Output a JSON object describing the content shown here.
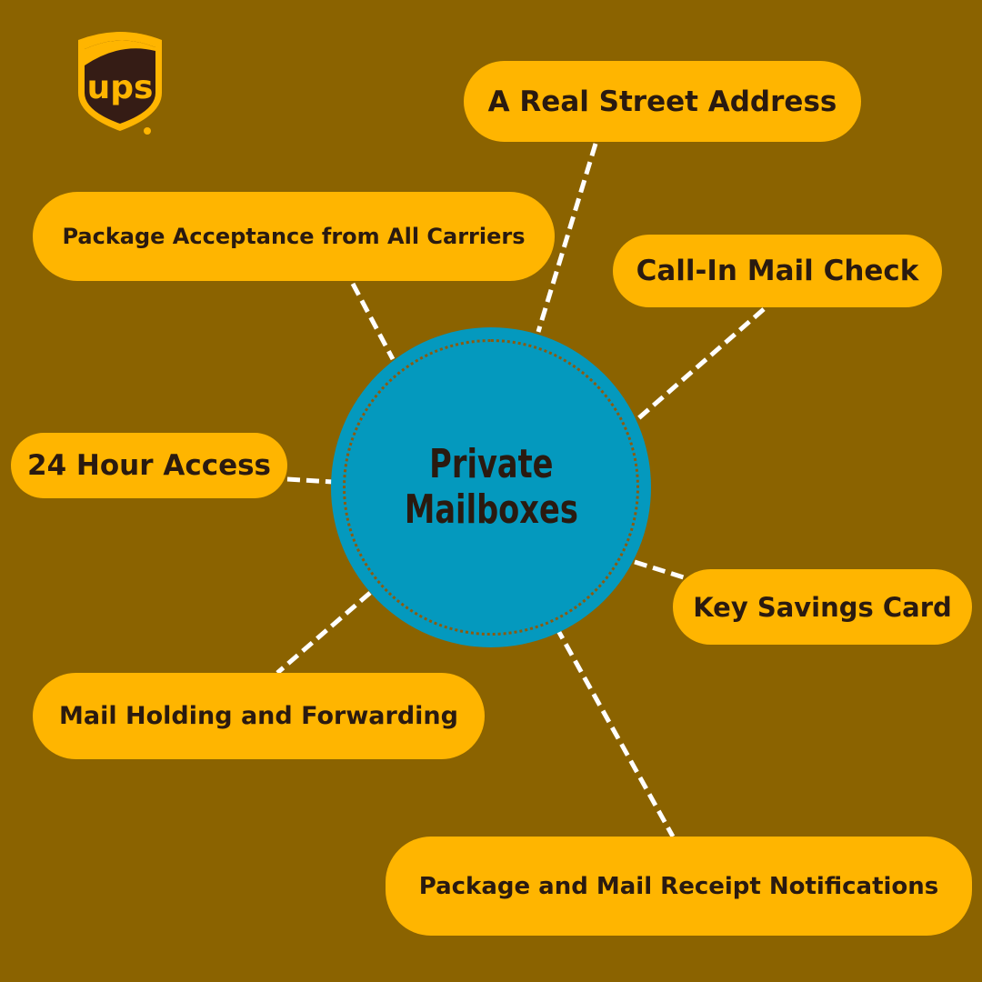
{
  "logo": {
    "text": "UPS"
  },
  "center": {
    "line1": "Private",
    "line2": "Mailboxes"
  },
  "features": [
    "A Real Street Address",
    "Package Acceptance from All Carriers",
    "Call-In Mail Check",
    "24 Hour Access",
    "Key Savings Card",
    "Mail Holding and Forwarding",
    "Package and Mail Receipt Notifications"
  ],
  "colors": {
    "background": "#8b6300",
    "pill": "#ffb500",
    "hub": "#0499be",
    "text": "#2a1a10"
  }
}
